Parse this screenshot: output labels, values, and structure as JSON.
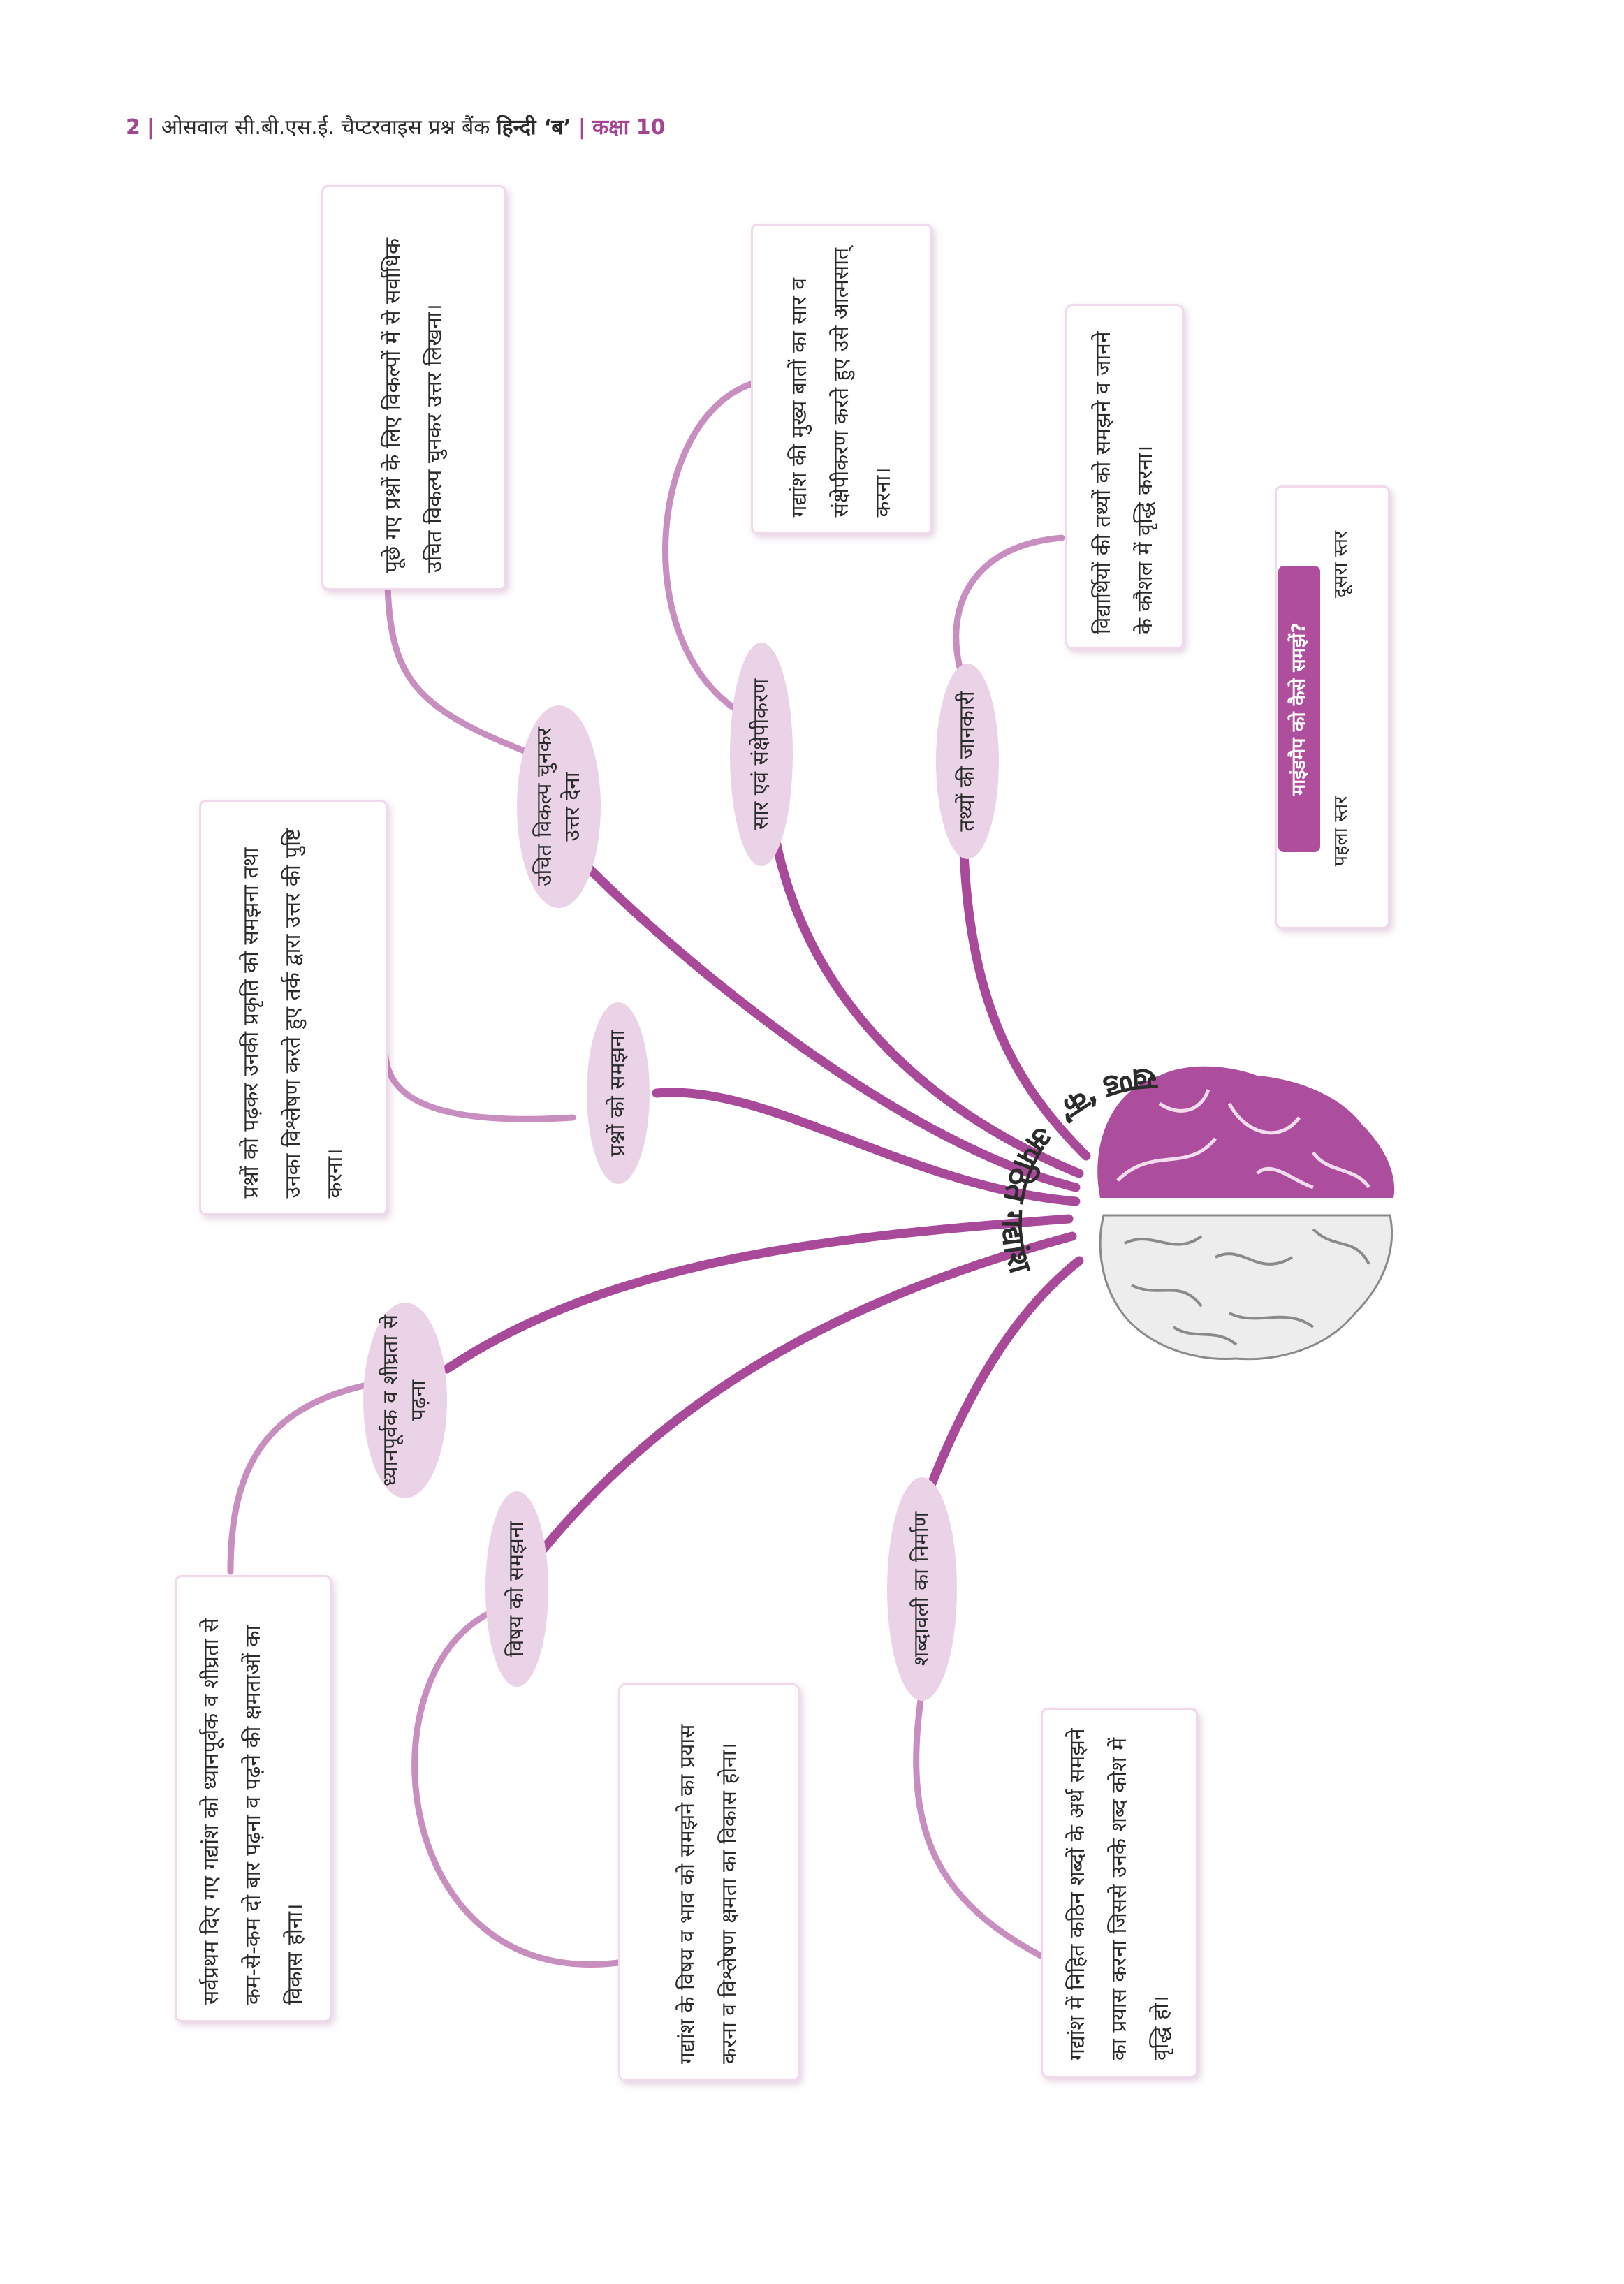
{
  "header": {
    "page_number": "2",
    "book": "ओसवाल सी.बी.एस.ई. चैप्टरवाइस प्रश्न बैंक",
    "subject": "हिन्दी ‘ब’",
    "class": "कक्षा 10"
  },
  "center": {
    "title_part1": "खण्ड ‘क’",
    "title_part2": "अपठित गद्यांश"
  },
  "branches": [
    {
      "label": "ध्यानपूर्वक व शीघ्रता से पढ़ना",
      "description": "सर्वप्रथम दिए गए गद्यांश को ध्यानपूर्वक व शीघ्रता से कम-से-कम दो बार पढ़ना व पढ़ने की क्षमताओं का विकास होना।"
    },
    {
      "label": "प्रश्नों को समझना",
      "description": "प्रश्नों को पढ़कर उनकी प्रकृति को समझना तथा उनका विश्लेषण करते हुए तर्क द्वारा उत्तर की पुष्टि करना।"
    },
    {
      "label": "उचित विकल्प चुनकर उत्तर देना",
      "description": "पूछे गए प्रश्नों के लिए विकल्पों में से सर्वाधिक उचित विकल्प चुनकर उत्तर लिखना।"
    },
    {
      "label": "सार एवं संक्षेपीकरण",
      "description": "गद्यांश की मुख्य बातों का सार व संक्षेपीकरण करते हुए उसे आत्मसात् करना।"
    },
    {
      "label": "तथ्यों की जानकारी",
      "description": "विद्यार्थियों की तथ्यों को समझने व जानने के कौशल में वृद्धि करना।"
    },
    {
      "label": "विषय को समझना",
      "description": "गद्यांश के विषय व भाव को समझने का प्रयास करना व विश्लेषण क्षमता का विकास होना।"
    },
    {
      "label": "शब्दावली का निर्माण",
      "description": "गद्यांश में निहित कठिन शब्दों के अर्थ समझने का प्रयास करना जिससे उनके शब्द कोश में वृद्धि हो।"
    }
  ],
  "legend": {
    "title": "माइंडमैप को कैसे समझें?",
    "level1": "पहला स्तर",
    "level2": "दूसरा स्तर"
  },
  "colors": {
    "accent": "#a34592",
    "line_primary": "#a8499a",
    "line_secondary": "#c98ec0",
    "oval_fill": "#ead3e6",
    "box_border": "#efd9ea"
  }
}
